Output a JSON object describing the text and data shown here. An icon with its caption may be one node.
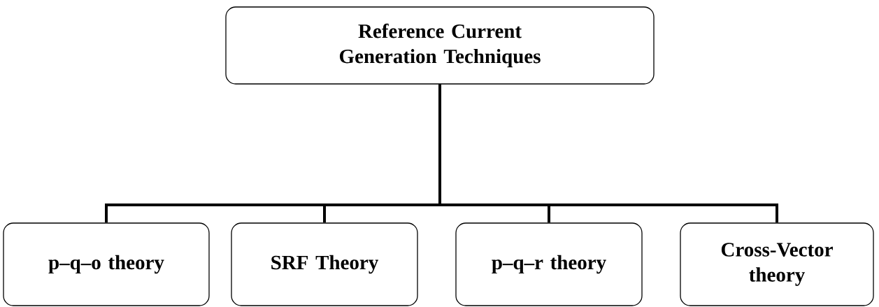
{
  "diagram": {
    "nodes": [
      {
        "text": [
          "Reference Current Generation Techniques"
        ]
      },
      {
        "text": [
          "p–q–o theory"
        ]
      },
      {
        "text": [
          "SRF Theory"
        ]
      },
      {
        "text": [
          "p–q–r theory"
        ]
      },
      {
        "text": [
          "Cross-Vector theory"
        ]
      }
    ],
    "edges": [
      {
        "from": 0,
        "to": 1,
        "arrow": "none"
      },
      {
        "from": 0,
        "to": 2,
        "arrow": "none"
      },
      {
        "from": 0,
        "to": 3,
        "arrow": "none"
      },
      {
        "from": 0,
        "to": 4,
        "arrow": "none"
      }
    ]
  }
}
